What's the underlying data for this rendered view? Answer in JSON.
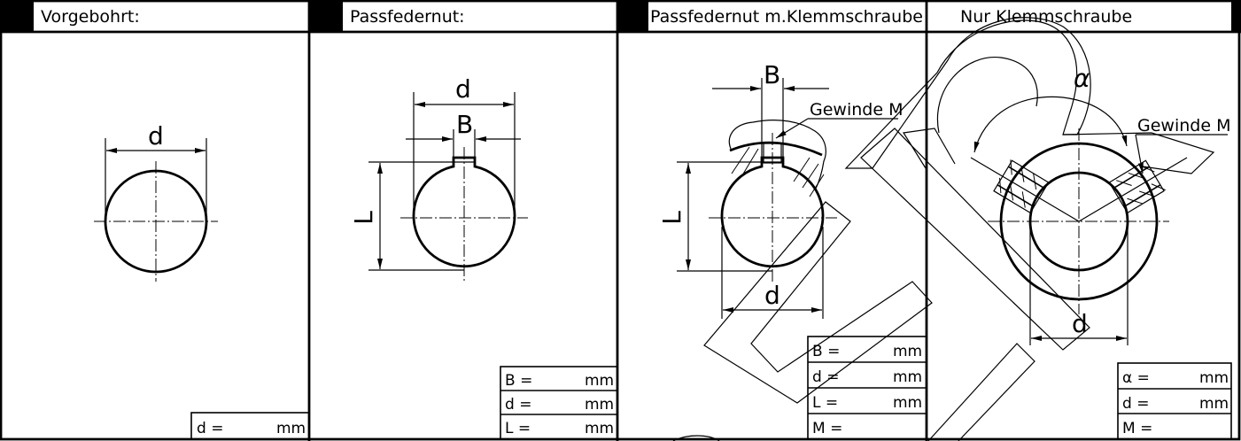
{
  "panels": [
    {
      "title": "Vorgebohrt:",
      "dims": {
        "d": "d"
      },
      "table": [
        {
          "label": "d =",
          "unit": "mm"
        }
      ]
    },
    {
      "title": "Passfedernut:",
      "dims": {
        "d": "d",
        "B": "B",
        "L": "L"
      },
      "table": [
        {
          "label": "B =",
          "unit": "mm"
        },
        {
          "label": "d =",
          "unit": "mm"
        },
        {
          "label": "L =",
          "unit": "mm"
        }
      ]
    },
    {
      "title": "Passfedernut m.Klemmschraube",
      "dims": {
        "B": "B",
        "d": "d",
        "L": "L",
        "thread": "Gewinde M"
      },
      "table": [
        {
          "label": "B =",
          "unit": "mm"
        },
        {
          "label": "d =",
          "unit": "mm"
        },
        {
          "label": "L =",
          "unit": "mm"
        },
        {
          "label": "M =",
          "unit": ""
        }
      ]
    },
    {
      "title": "Nur Klemmschraube",
      "dims": {
        "alpha": "α",
        "d": "d",
        "thread": "Gewinde M"
      },
      "table": [
        {
          "label": "α =",
          "unit": "mm"
        },
        {
          "label": "d =",
          "unit": "mm"
        },
        {
          "label": "M =",
          "unit": ""
        }
      ]
    }
  ]
}
